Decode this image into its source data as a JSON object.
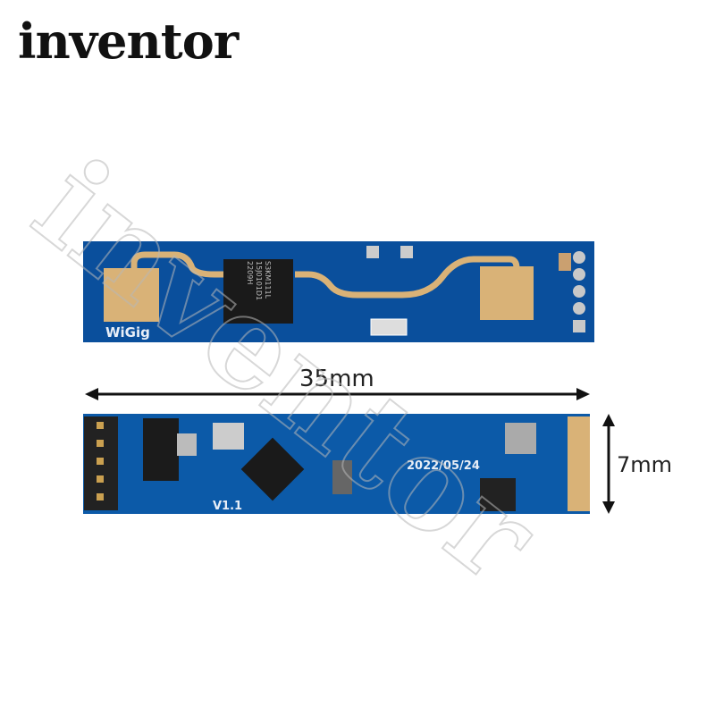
{
  "brand": "inventor",
  "watermark": "inventor",
  "front_board": {
    "silkscreen_logo": "WiGig",
    "chip_marking": [
      "S3KM111L",
      "15J0101D1",
      "2209H"
    ]
  },
  "back_board": {
    "date_marking": "2022/05/24",
    "version_marking": "V1.1"
  },
  "dimensions": {
    "length_label": "35mm",
    "width_label": "7mm"
  },
  "colors": {
    "pcb": "#0a4f9c",
    "gold": "#d9b277",
    "arrow": "#111111"
  }
}
